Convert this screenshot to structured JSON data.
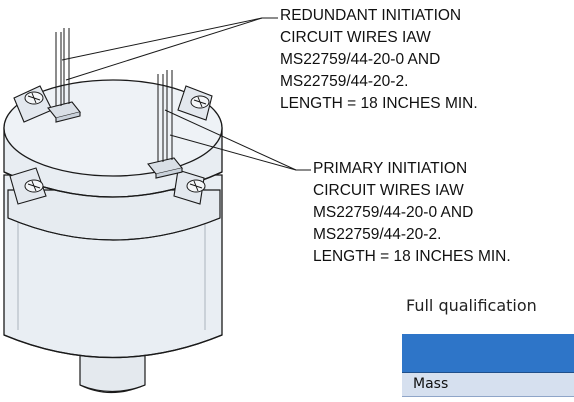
{
  "callouts": {
    "redundant": {
      "lines": [
        "REDUNDANT INITIATION",
        "CIRCUIT WIRES IAW",
        "MS22759/44-20-0 AND",
        "MS22759/44-20-2.",
        "LENGTH = 18 INCHES MIN."
      ]
    },
    "primary": {
      "lines": [
        "PRIMARY INITIATION",
        "CIRCUIT WIRES IAW",
        "MS22759/44-20-0 AND",
        "MS22759/44-20-2.",
        "LENGTH = 18 INCHES MIN."
      ]
    }
  },
  "caption": "Full qualification",
  "table": {
    "header_color": "#2e75c8",
    "row_color": "#d6e0ef",
    "rows": [
      {
        "label": "Mass"
      }
    ]
  },
  "colors": {
    "body_fill": "#e9eef3",
    "outline": "#1a1a1a"
  }
}
